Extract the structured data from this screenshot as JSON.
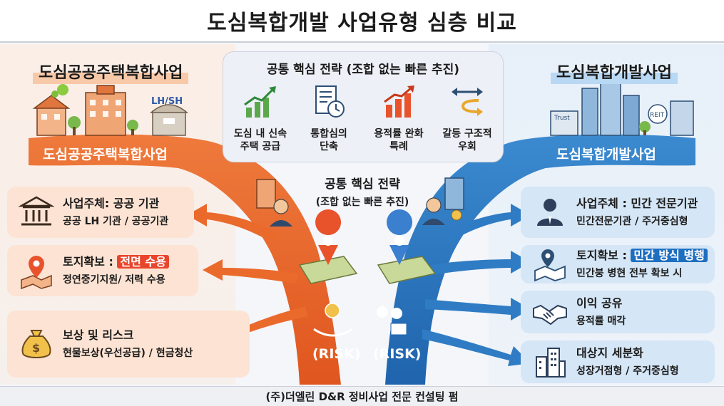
{
  "title": "도심복합개발 사업유형 심층 비교",
  "footer": "(주)더엘린 D&R 정비사업 전문 컨설팅 펌",
  "left": {
    "section_label": "도심공공주택복합사업",
    "band_label": "도심공공주택복합사업",
    "logo_text": "LH/SH",
    "color": "#ea6a2c",
    "cards": [
      {
        "heading": "사업주체: 공공 기관",
        "sub": "공공 LH 기관 / 공공기관",
        "icon": "bank-icon"
      },
      {
        "heading_prefix": "토지확보 : ",
        "heading_highlight": "전면 수용",
        "sub": "정연중기지원/ 저력 수용",
        "icon": "map-pin-icon"
      },
      {
        "heading": "보상 및 리스크",
        "sub": "현물보상(우선공급) / 현금청산",
        "icon": "money-bag-icon"
      }
    ],
    "risk_label": "(RISK)"
  },
  "right": {
    "section_label": "도심복합개발사업",
    "band_label": "도심복합개발사업",
    "building_labels": {
      "trust": "Trust",
      "reit": "REIT"
    },
    "color": "#2f7cc4",
    "cards": [
      {
        "heading": "사업주체 : 민간 전문기관",
        "sub": "민간전문기관 / 주거중심형",
        "icon": "person-icon"
      },
      {
        "heading_prefix": "토지확보 : ",
        "heading_highlight": "민간 방식 병행",
        "sub": "민간붕 병현 전부 확보 시",
        "icon": "land-map-icon"
      },
      {
        "heading": "이익 공유",
        "sub": "용적률 매각",
        "icon": "handshake-icon"
      },
      {
        "heading": "대상지 세분화",
        "sub": "성장거점형 / 주거중심형",
        "icon": "city-icon"
      }
    ],
    "risk_label": "(RISK)"
  },
  "strategy": {
    "title": "공통 핵심 전략 (조합 없는 빠른 추진)",
    "items": [
      {
        "line1": "도심 내 신속",
        "line2": "주택 공급",
        "icon": "growth-chart-icon"
      },
      {
        "line1": "통합심의",
        "line2": "단축",
        "icon": "document-clock-icon"
      },
      {
        "line1": "용적률 완화",
        "line2": "특례",
        "icon": "bar-chart-icon"
      },
      {
        "line1": "갈등 구조적",
        "line2": "우회",
        "icon": "detour-arrows-icon"
      }
    ]
  },
  "center": {
    "title": "공통 핵심 전략",
    "subtitle": "(조합 없는 빠른 추진)"
  }
}
